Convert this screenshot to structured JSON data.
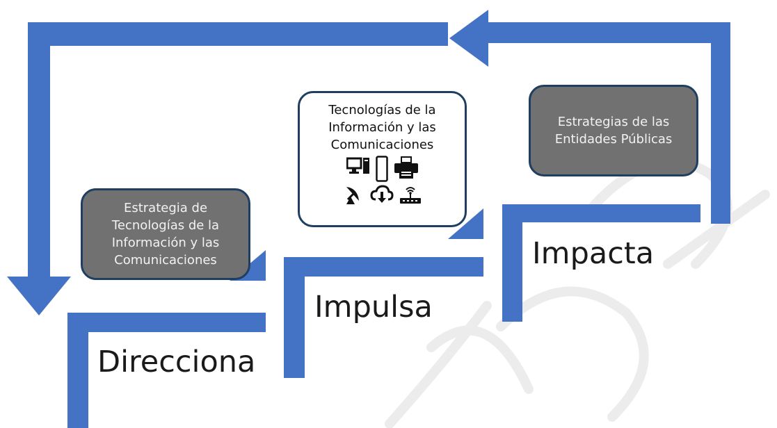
{
  "colors": {
    "arrow": "#4472c4",
    "box_dark_fill": "#717171",
    "box_border": "#1f3e60",
    "watermark": "#ececec"
  },
  "boxes": {
    "estrategia_ti": {
      "lines": [
        "Estrategia de",
        "Tecnologías de la",
        "Información y las",
        "Comunicaciones"
      ]
    },
    "tecnologias": {
      "lines": [
        "Tecnologías de la",
        "Información y las",
        "Comunicaciones"
      ],
      "icons_row1": [
        "desktop-computer-icon",
        "smartphone-icon",
        "printer-icon"
      ],
      "icons_row2": [
        "satellite-dish-icon",
        "cloud-download-icon",
        "wireless-router-icon"
      ]
    },
    "estrategias_entidades": {
      "lines": [
        "Estrategias de las",
        "Entidades Públicas"
      ]
    }
  },
  "steps": {
    "direcciona": "Direcciona",
    "impulsa": "Impulsa",
    "impacta": "Impacta"
  }
}
